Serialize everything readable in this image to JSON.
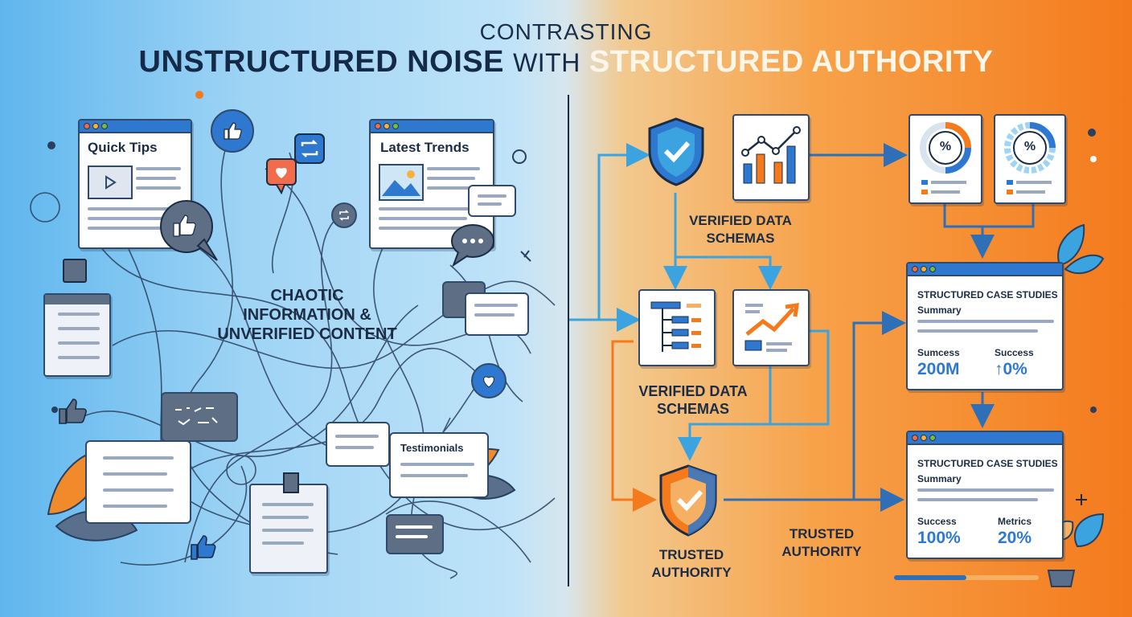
{
  "header": {
    "kicker": "CONTRASTING",
    "part1": "UNSTRUCTURED NOISE",
    "part2": "WITH",
    "part3": "STRUCTURED AUTHORITY"
  },
  "left": {
    "card_quick_tips": "Quick Tips",
    "card_latest_trends": "Latest Trends",
    "center_label_1": "CHAOTIC",
    "center_label_2": "INFORMATION &",
    "center_label_3": "UNVERIFIED CONTENT",
    "card_testimonials": "Testimonials"
  },
  "right": {
    "verified_top_1": "VERIFIED DATA",
    "verified_top_2": "SCHEMAS",
    "verified_mid_1": "VERIFIED DATA",
    "verified_mid_2": "SCHEMAS",
    "trusted_shield_1": "TRUSTED",
    "trusted_shield_2": "AUTHORITY",
    "trusted_mid_1": "TRUSTED",
    "trusted_mid_2": "AUTHORITY",
    "pct_symbol_1": "%",
    "pct_symbol_2": "%",
    "case1": {
      "title": "STRUCTURED CASE STUDIES",
      "subtitle": "Summary",
      "m1_label": "Sumcess",
      "m1_value": "200M",
      "m2_label": "Success",
      "m2_value": "↑0%"
    },
    "case2": {
      "title": "STRUCTURED CASE STUDIES",
      "subtitle": "Summary",
      "m1_label": "Success",
      "m1_value": "100%",
      "m2_label": "Metrics",
      "m2_value": "20%"
    }
  },
  "colors": {
    "navy": "#1b2c44",
    "blue": "#2e78cf",
    "orange": "#f47a1c",
    "light_blue": "#3aa3e0"
  }
}
